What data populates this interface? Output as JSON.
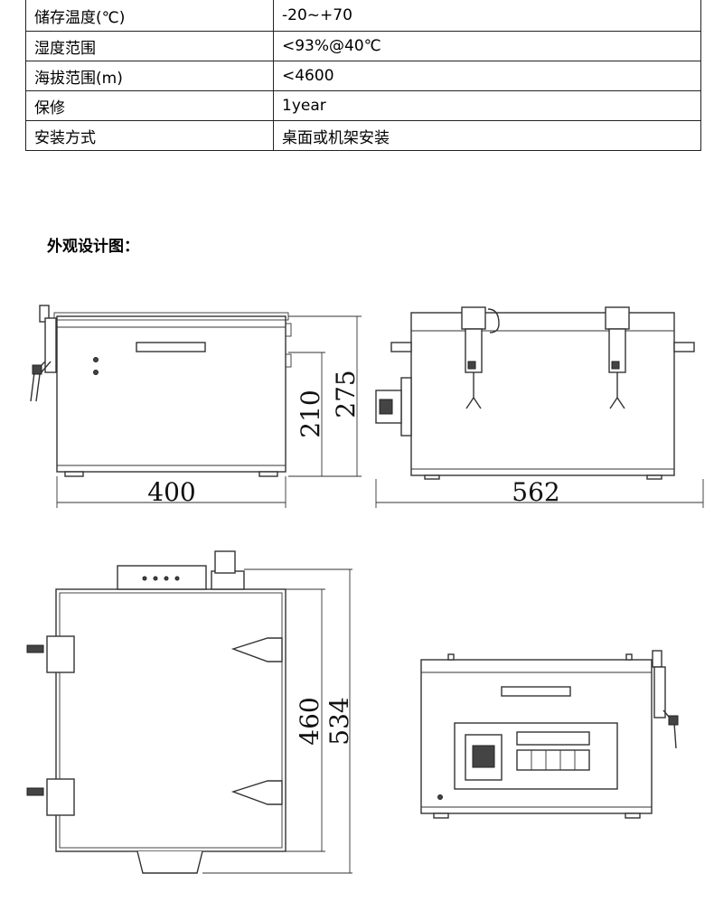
{
  "spec_table": {
    "rows": [
      {
        "label": "储存温度(℃)",
        "value": "-20~+70"
      },
      {
        "label": "湿度范围",
        "value": "<93%@40℃"
      },
      {
        "label": "海拔范围(m)",
        "value": "<4600"
      },
      {
        "label": "保修",
        "value": "1year"
      },
      {
        "label": "安装方式",
        "value": "桌面或机架安装"
      }
    ]
  },
  "section": {
    "title": "外观设计图："
  },
  "dimensions": {
    "front_width": "400",
    "front_height_inner": "210",
    "front_height_outer": "275",
    "side_length": "562",
    "top_depth_inner": "460",
    "top_depth_outer": "534"
  }
}
